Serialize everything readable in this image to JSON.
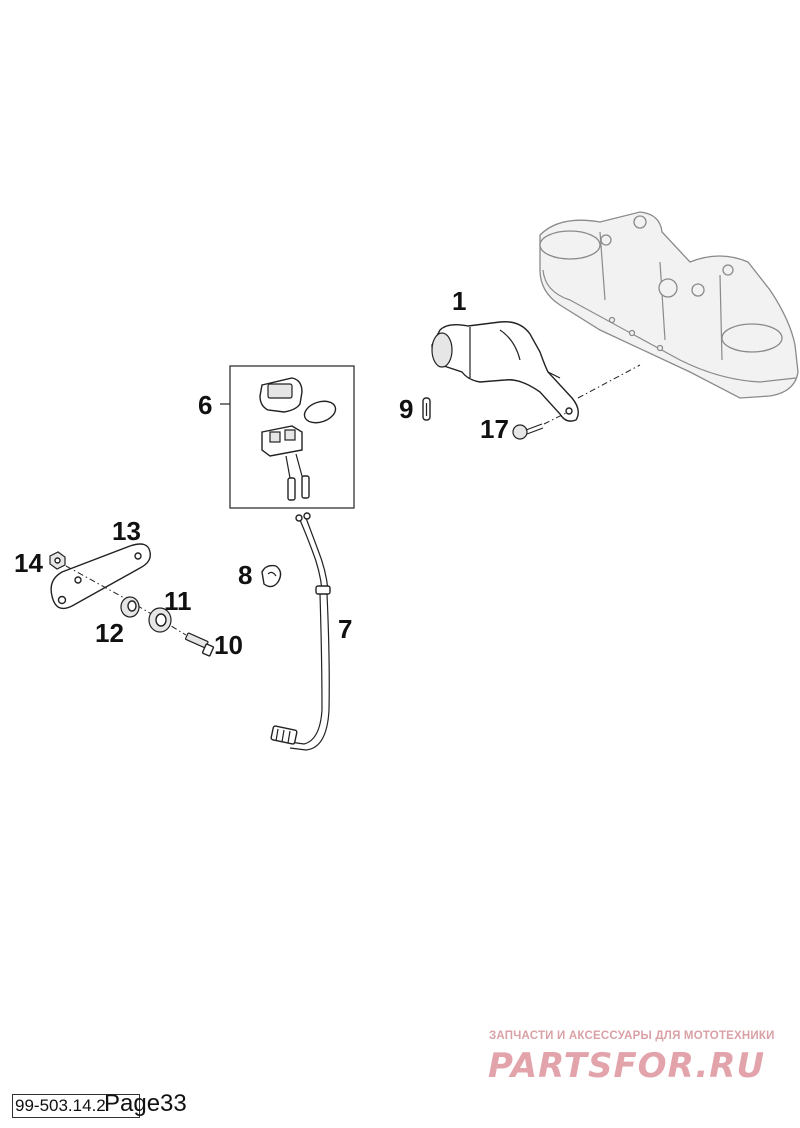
{
  "callouts": {
    "p1": "1",
    "p6": "6",
    "p7": "7",
    "p8": "8",
    "p9": "9",
    "p10": "10",
    "p11": "11",
    "p12": "12",
    "p13": "13",
    "p14": "14",
    "p17": "17"
  },
  "watermark": {
    "tagline": "ЗАПЧАСТИ И АКСЕССУАРЫ ДЛЯ МОТОТЕХНИКИ",
    "brand": "PARTSFOR.RU"
  },
  "footer": {
    "doc_code": "99-503.14.2",
    "page_label": "Page33"
  }
}
